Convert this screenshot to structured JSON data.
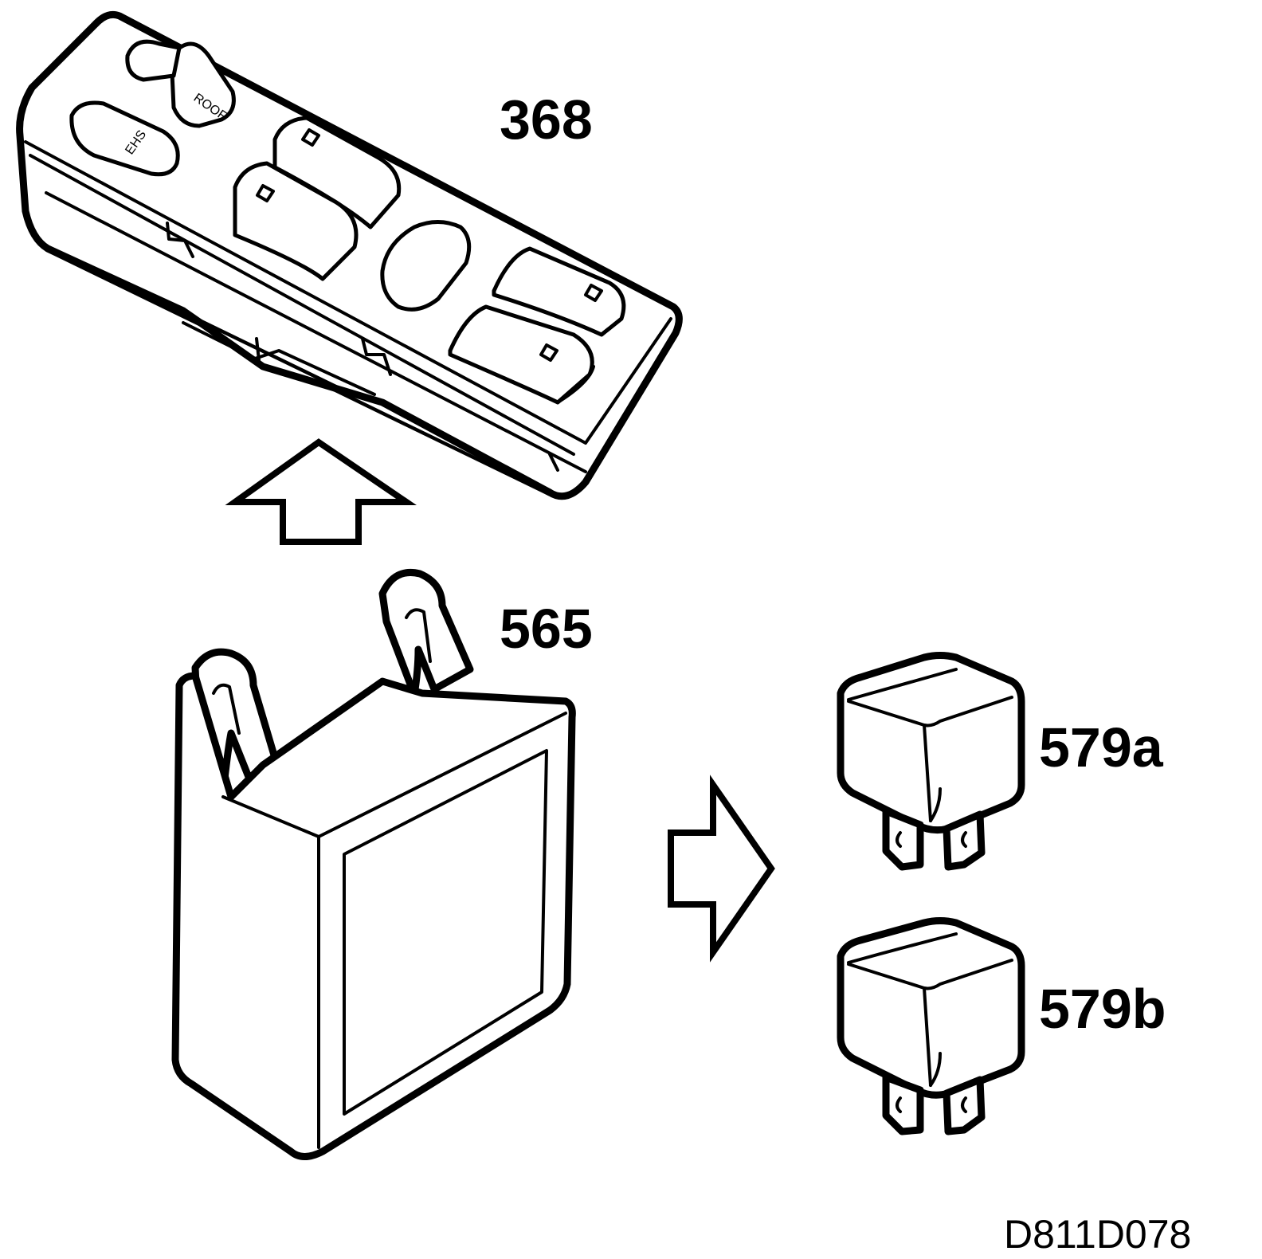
{
  "diagram": {
    "parts": [
      {
        "id": "window-switch-panel",
        "callout": "368",
        "button_labels": [
          "ROOF",
          "EHS"
        ]
      },
      {
        "id": "control-module",
        "callout": "565"
      },
      {
        "id": "relay-a",
        "callout": "579a"
      },
      {
        "id": "relay-b",
        "callout": "579b"
      }
    ],
    "figure_id": "D811D078"
  }
}
